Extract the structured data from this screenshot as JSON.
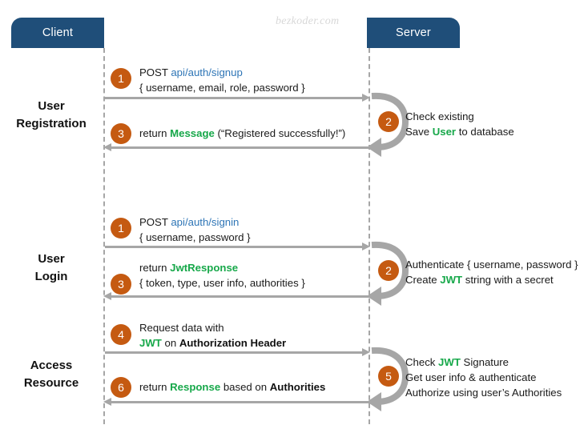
{
  "watermark": "bezkoder.com",
  "actors": {
    "client": "Client",
    "server": "Server"
  },
  "colors": {
    "actor_box": "#1F4E79",
    "badge": "#C55A11",
    "arrow": "#A6A6A6",
    "url": "#2E75B6",
    "green": "#17A84A",
    "watermark": "#D8D8D8"
  },
  "phases": [
    {
      "line1": "User",
      "line2": "Registration"
    },
    {
      "line1": "User",
      "line2": "Login"
    },
    {
      "line1": "Access",
      "line2": "Resource"
    }
  ],
  "steps": {
    "signup_request": {
      "badge": "1",
      "line1_a": "POST ",
      "line1_url": "api/auth/signup",
      "line2": "{ username, email, role, password }"
    },
    "signup_server_note": {
      "badge": "2",
      "line1": "Check existing",
      "line2_a": "Save ",
      "line2_green": "User",
      "line2_b": " to database"
    },
    "signup_response": {
      "badge": "3",
      "line_a": "return ",
      "line_green": "Message",
      "line_b": " (“Registered successfully!”)"
    },
    "signin_request": {
      "badge": "1",
      "line1_a": "POST ",
      "line1_url": "api/auth/signin",
      "line2": "{ username, password }"
    },
    "signin_server_note": {
      "badge": "2",
      "line1": "Authenticate { username, password }",
      "line2_a": "Create ",
      "line2_green": "JWT",
      "line2_b": " string with a secret"
    },
    "signin_response": {
      "badge": "3",
      "line1_a": "return ",
      "line1_green": "JwtResponse",
      "line2": "{ token, type, user info, authorities }"
    },
    "resource_request": {
      "badge": "4",
      "line1": "Request  data with",
      "line2_green": "JWT",
      "line2_a": " on ",
      "line2_bold": "Authorization Header"
    },
    "resource_server_note": {
      "badge": "5",
      "line1_a": "Check ",
      "line1_green": "JWT",
      "line1_b": " Signature",
      "line2": "Get user info & authenticate",
      "line3": "Authorize using user’s Authorities"
    },
    "resource_response": {
      "badge": "6",
      "line_a": "return ",
      "line_green": "Response",
      "line_b": " based on ",
      "line_bold": "Authorities"
    }
  }
}
